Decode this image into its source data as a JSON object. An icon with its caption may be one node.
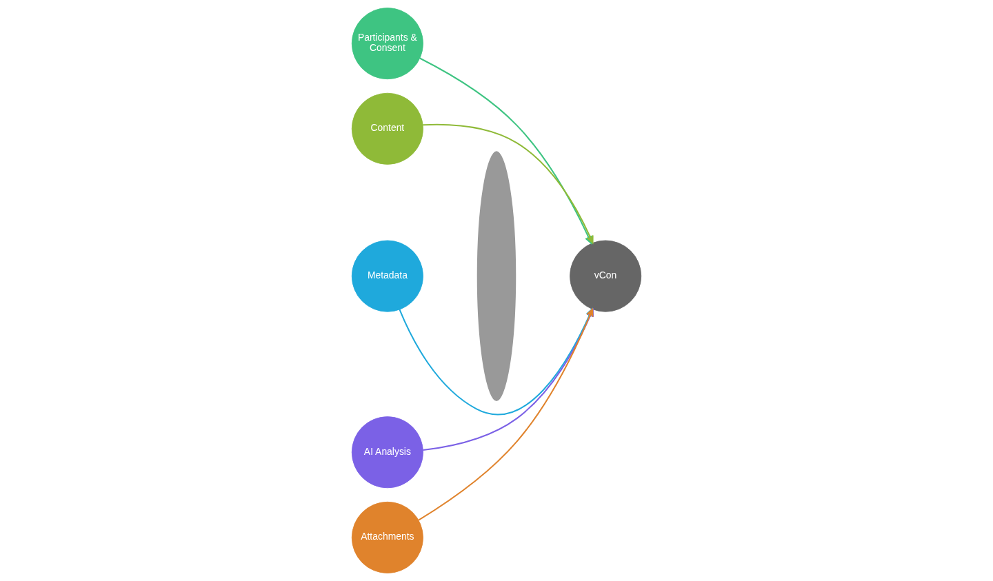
{
  "diagram": {
    "nodes": [
      {
        "text": [
          "Participants & Consent"
        ]
      },
      {
        "text": [
          "Content"
        ]
      },
      {
        "text": [
          "Metadata"
        ]
      },
      {
        "text": [
          "AI Analysis"
        ]
      },
      {
        "text": [
          "Attachments"
        ]
      },
      {
        "text": [],
        "shape": "ellipse"
      },
      {
        "text": [
          "vCon"
        ]
      }
    ],
    "edges": [
      {
        "from": 0,
        "to": 6,
        "arrow": "to",
        "color": "#3ec482"
      },
      {
        "from": 1,
        "to": 6,
        "arrow": "to",
        "color": "#8fba38"
      },
      {
        "from": 2,
        "to": 6,
        "arrow": "to",
        "color": "#1fa9dc"
      },
      {
        "from": 3,
        "to": 6,
        "arrow": "to",
        "color": "#7b61e6"
      },
      {
        "from": 4,
        "to": 6,
        "arrow": "to",
        "color": "#e0832c"
      }
    ]
  }
}
